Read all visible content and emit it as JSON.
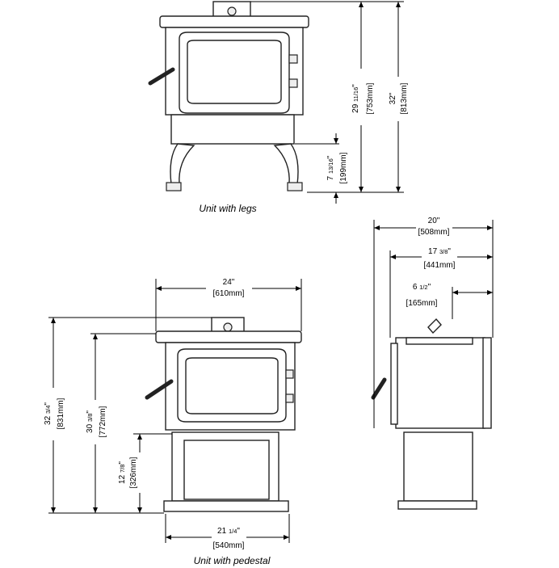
{
  "captions": {
    "legs": "Unit with legs",
    "pedestal": "Unit with pedestal"
  },
  "dims": {
    "legs_door_height": {
      "whole": "29",
      "frac": "11/16",
      "unit": "\"",
      "mm": "[753mm]"
    },
    "legs_total_height": {
      "whole": "32",
      "frac": "",
      "unit": "\"",
      "mm": "[813mm]"
    },
    "legs_leg_height": {
      "whole": "7",
      "frac": "13/16",
      "unit": "\"",
      "mm": "[199mm]"
    },
    "pedestal_width": {
      "whole": "24",
      "frac": "",
      "unit": "\"",
      "mm": "[610mm]"
    },
    "pedestal_base_width": {
      "whole": "21",
      "frac": "1/4",
      "unit": "\"",
      "mm": "[540mm]"
    },
    "pedestal_total_height": {
      "whole": "32",
      "frac": "3/4",
      "unit": "\"",
      "mm": "[831mm]"
    },
    "pedestal_top_height": {
      "whole": "30",
      "frac": "3/8",
      "unit": "\"",
      "mm": "[772mm]"
    },
    "pedestal_height": {
      "whole": "12",
      "frac": "7/8",
      "unit": "\"",
      "mm": "[326mm]"
    },
    "side_depth": {
      "whole": "20",
      "frac": "",
      "unit": "\"",
      "mm": "[508mm]"
    },
    "side_body_depth": {
      "whole": "17",
      "frac": "3/8",
      "unit": "\"",
      "mm": "[441mm]"
    },
    "side_flue_offset": {
      "whole": "6",
      "frac": "1/2",
      "unit": "\"",
      "mm": "[165mm]"
    }
  }
}
